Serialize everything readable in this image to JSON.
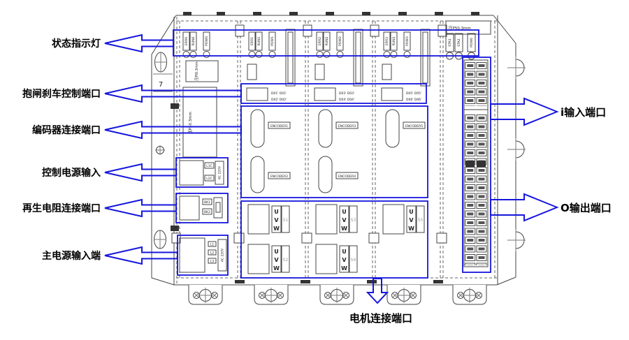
{
  "colors": {
    "annotation_blue": "#1616dd",
    "line": "#444444"
  },
  "labels": {
    "left": [
      "状态指示灯",
      "抱闸刹车控制端口",
      "编码器连接端口",
      "控制电源输入",
      "再生电阻连接端口",
      "主电源输入端"
    ],
    "right": [
      "i输入端口",
      "O输出端口"
    ],
    "bottom": "电机连接端口"
  },
  "device": {
    "dimension": "7",
    "power_module": {
      "indicators": [
        "ERR0",
        "RUN0",
        "POW0"
      ],
      "note_small": "压PI0.3mm",
      "note_large": "压P50.3mm",
      "control_power": {
        "terminals": [
          "L1C",
          "L2C"
        ],
        "voltage": "AC 220V"
      },
      "regen_resistor": {
        "terminals": [
          "BK1",
          "BK2"
        ]
      },
      "main_power": {
        "terminals": [
          "L1",
          "L2",
          "L3"
        ],
        "voltage": "AC 220V"
      }
    },
    "axis_modules": [
      {
        "indicators": [
          "ERR1",
          "RUN1",
          "POW1"
        ],
        "brake_ports": [
          "D01' D01'",
          "D02' D02'"
        ],
        "encoders": [
          "ENCODER1",
          "ENCODER2"
        ],
        "motor_ids": [
          "S1",
          "S2"
        ],
        "phases": [
          "U",
          "V",
          "W"
        ]
      },
      {
        "indicators": [
          "ERR2",
          "RUN2",
          "POW2"
        ],
        "brake_ports": [
          "D03' D03'",
          "D04' D04'"
        ],
        "encoders": [
          "ENCODER3",
          "ENCODER4"
        ],
        "motor_ids": [
          "S3",
          "S4"
        ],
        "phases": [
          "U",
          "V",
          "W"
        ]
      },
      {
        "indicators": [
          "ERR3",
          "RUN3",
          "POW3"
        ],
        "brake_ports": [
          "D05' D05'",
          "D06' D06'"
        ],
        "encoders": [
          "ENCODER5"
        ],
        "motor_ids": [
          "S5"
        ],
        "phases": [
          "U",
          "V",
          "W"
        ]
      }
    ],
    "io_module": {
      "indicators": [
        "STA1",
        "STA2",
        "POW6"
      ],
      "note": "压P50.3mm"
    }
  }
}
